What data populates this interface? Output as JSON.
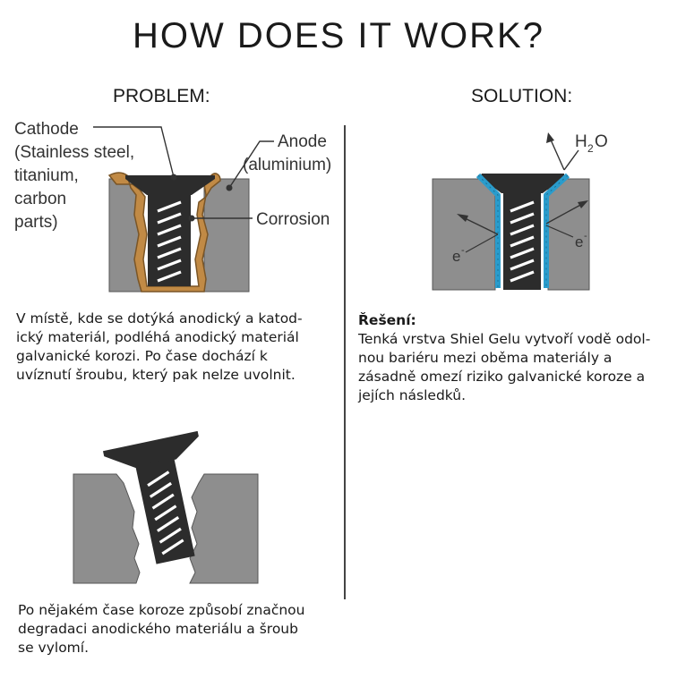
{
  "title": "HOW DOES IT WORK?",
  "problem": {
    "heading": "PROBLEM:",
    "labels": {
      "cathode_1": "Cathode",
      "cathode_2": "(Stainless steel,",
      "cathode_3": "titanium,",
      "cathode_4": "carbon",
      "cathode_5": "parts)",
      "anode_1": "Anode",
      "anode_2": "(aluminium)",
      "corrosion": "Corrosion"
    },
    "text": [
      "V místě, kde se dotýká anodický a katod-",
      "ický materiál, podléhá anodický materiál",
      "galvanické korozi. Po čase dochází k",
      "uvíznutí šroubu, který pak nelze uvolnit."
    ],
    "text2": [
      "Po nějakém čase koroze způsobí značnou",
      "degradaci anodického materiálu a šroub",
      "se vylomí."
    ]
  },
  "solution": {
    "heading": "SOLUTION:",
    "labels": {
      "h2o_h": "H",
      "h2o_sub": "2",
      "h2o_o": "O",
      "e_left": "e",
      "e_right": "e",
      "e_sup": "-"
    },
    "text_title": "Řešení:",
    "text": [
      "Tenká vrstva Shiel Gelu vytvoří vodě odol-",
      "nou bariéru mezi oběma materiály a",
      "zásadně omezí riziko galvanické koroze a",
      "jejích následků."
    ]
  },
  "colors": {
    "metal": "#8e8e8e",
    "metal_edge": "#555555",
    "screw": "#2c2c2c",
    "corrosion": "#c18a45",
    "gel": "#2a9ccc"
  }
}
